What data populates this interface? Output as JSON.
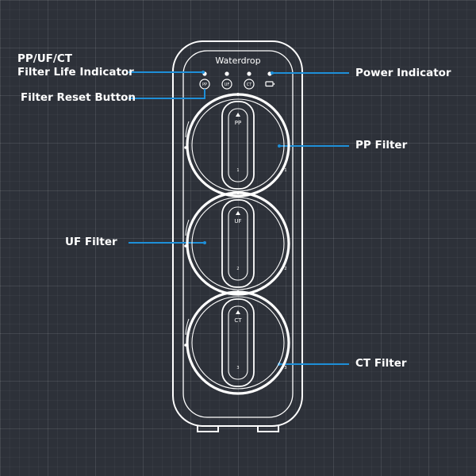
{
  "device": {
    "brand": "Waterdrop",
    "indicator_icons": [
      {
        "name": "pp-indicator-icon",
        "text": "PP"
      },
      {
        "name": "uf-indicator-icon",
        "text": "UF"
      },
      {
        "name": "ct-indicator-icon",
        "text": "CT"
      },
      {
        "name": "battery-indicator-icon",
        "text": ""
      }
    ],
    "filters": [
      {
        "code": "PP",
        "number": "1"
      },
      {
        "code": "UF",
        "number": "2"
      },
      {
        "code": "CT",
        "number": "3"
      }
    ]
  },
  "callouts": {
    "filter_life_line1": "PP/UF/CT",
    "filter_life_line2": "Filter Life Indicator",
    "reset_button": "Filter Reset Button",
    "power_indicator": "Power Indicator",
    "pp_filter": "PP Filter",
    "uf_filter": "UF Filter",
    "ct_filter": "CT Filter"
  },
  "colors": {
    "background": "#2d3139",
    "line_art": "#ffffff",
    "callout_line": "#1e8fd8"
  }
}
